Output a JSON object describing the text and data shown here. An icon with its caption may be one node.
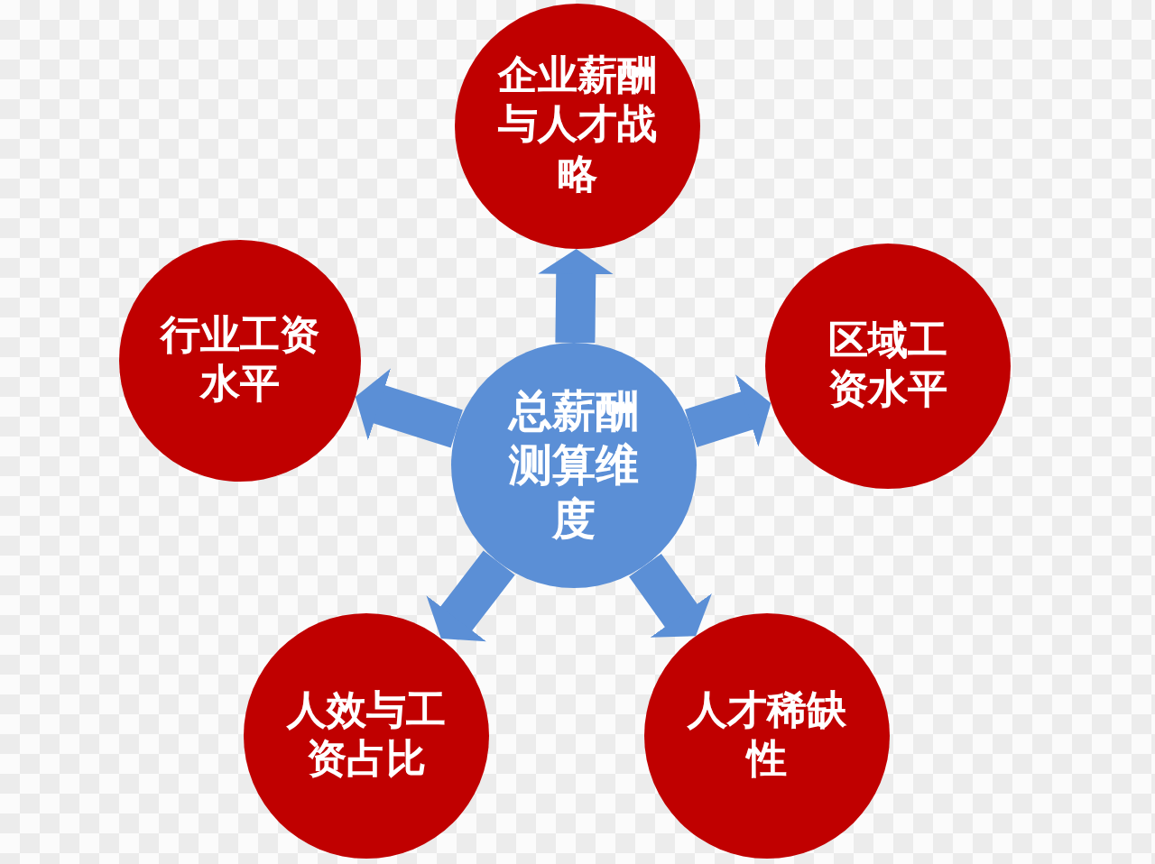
{
  "diagram": {
    "nodes": [
      {
        "text": [
          "企业薪酬与人才战略"
        ]
      },
      {
        "text": [
          "行业工资水平"
        ]
      },
      {
        "text": [
          "总薪酬测算维度"
        ]
      },
      {
        "text": [
          "区域工资水平"
        ]
      },
      {
        "text": [
          "人效与工资占比"
        ]
      },
      {
        "text": [
          "人才稀缺性"
        ]
      }
    ],
    "edges": [
      {
        "from": 2,
        "to": 0,
        "arrow": "to"
      },
      {
        "from": 2,
        "to": 1,
        "arrow": "to"
      },
      {
        "from": 2,
        "to": 3,
        "arrow": "to"
      },
      {
        "from": 2,
        "to": 4,
        "arrow": "to"
      },
      {
        "from": 2,
        "to": 5,
        "arrow": "to"
      }
    ]
  }
}
